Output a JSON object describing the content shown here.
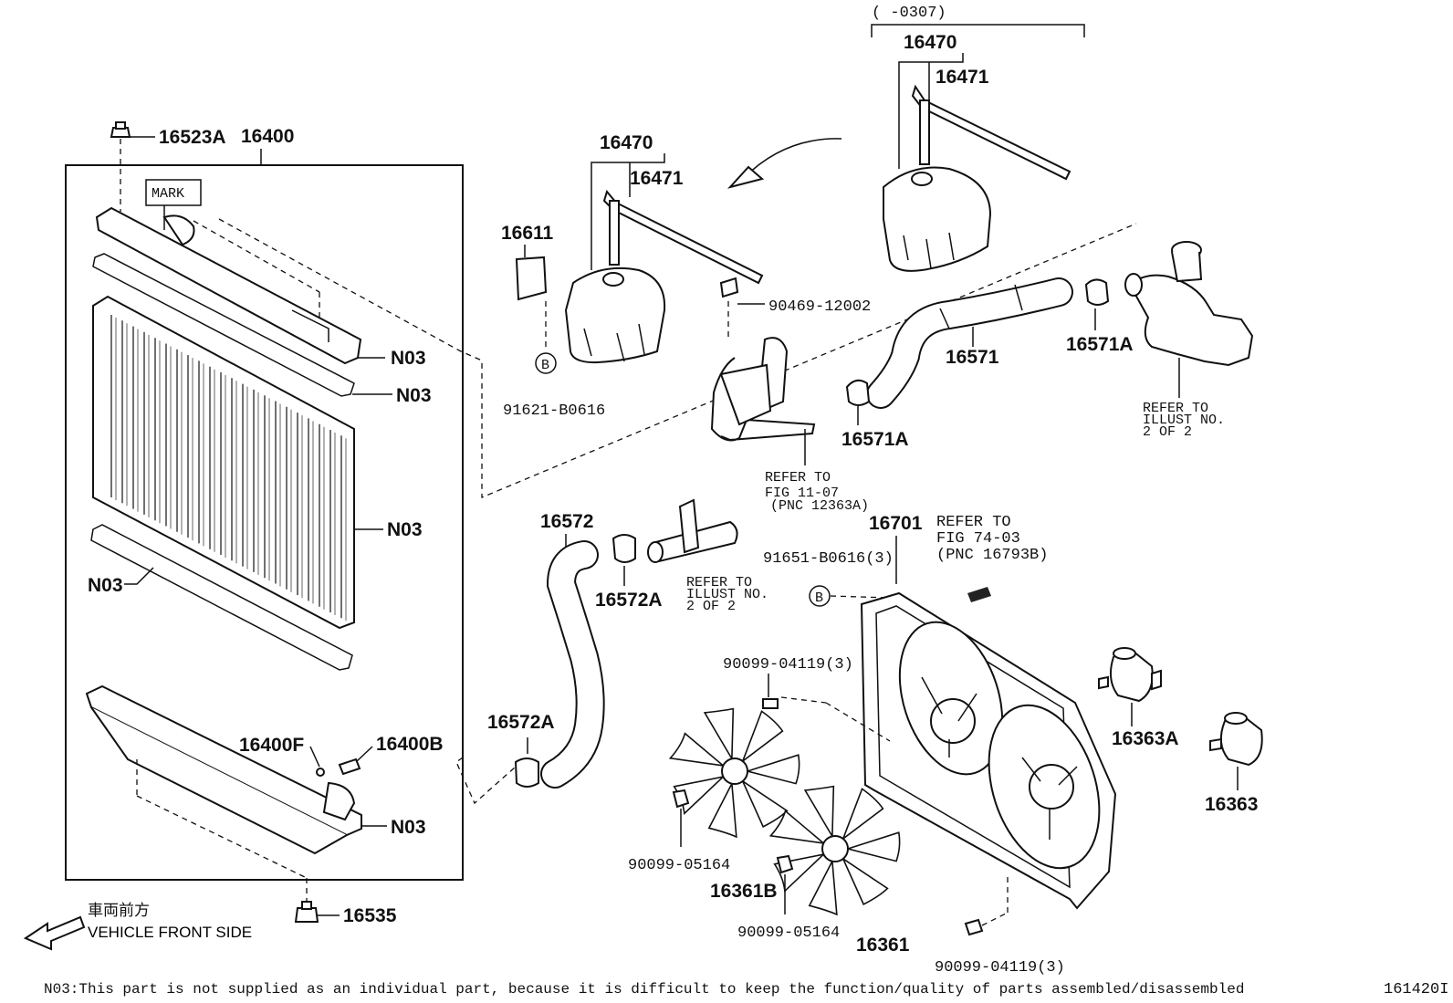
{
  "labels": {
    "bracket_top": "(     -0307)",
    "p16470_top": "16470",
    "p16471_top": "16471",
    "p16523A": "16523A",
    "p16400": "16400",
    "mark": "MARK",
    "n03_a": "N03",
    "n03_b": "N03",
    "n03_c": "N03",
    "n03_d": "N03",
    "n03_e": "N03",
    "p16470": "16470",
    "p16471": "16471",
    "p16611": "16611",
    "p90469": "90469-12002",
    "p91621": "91621-B0616",
    "p16571": "16571",
    "p16571A_a": "16571A",
    "p16571A_b": "16571A",
    "refer_illust_a_1": "REFER TO",
    "refer_illust_a_2": "ILLUST NO.",
    "refer_illust_a_3": "2 OF 2",
    "refer_fig1107_1": "REFER TO",
    "refer_fig1107_2": "FIG 11-07",
    "refer_fig1107_3": "(PNC 12363A)",
    "p16572": "16572",
    "p16572A_a": "16572A",
    "p16572A_b": "16572A",
    "refer_illust_b_1": "REFER TO",
    "refer_illust_b_2": "ILLUST NO.",
    "refer_illust_b_3": "2 OF 2",
    "p16701": "16701",
    "refer_fig7403_1": "REFER TO",
    "refer_fig7403_2": "FIG 74-03",
    "refer_fig7403_3": "(PNC 16793B)",
    "p91651": "91651-B0616(3)",
    "circle_b_1": "B",
    "circle_b_2": "B",
    "p90099_04119_a": "90099-04119(3)",
    "p90099_04119_b": "90099-04119(3)",
    "p90099_05164_a": "90099-05164",
    "p90099_05164_b": "90099-05164",
    "p16363A": "16363A",
    "p16363": "16363",
    "p16361B": "16361B",
    "p16361": "16361",
    "p16400F": "16400F",
    "p16400B": "16400B",
    "p16535": "16535",
    "vehicle_front_jp": "車両前方",
    "vehicle_front_en": "VEHICLE FRONT SIDE"
  },
  "footer": {
    "note": "N03:This part is not supplied as an individual part, because it is difficult to keep the function/quality of parts assembled/disassembled",
    "code": "161420I"
  }
}
